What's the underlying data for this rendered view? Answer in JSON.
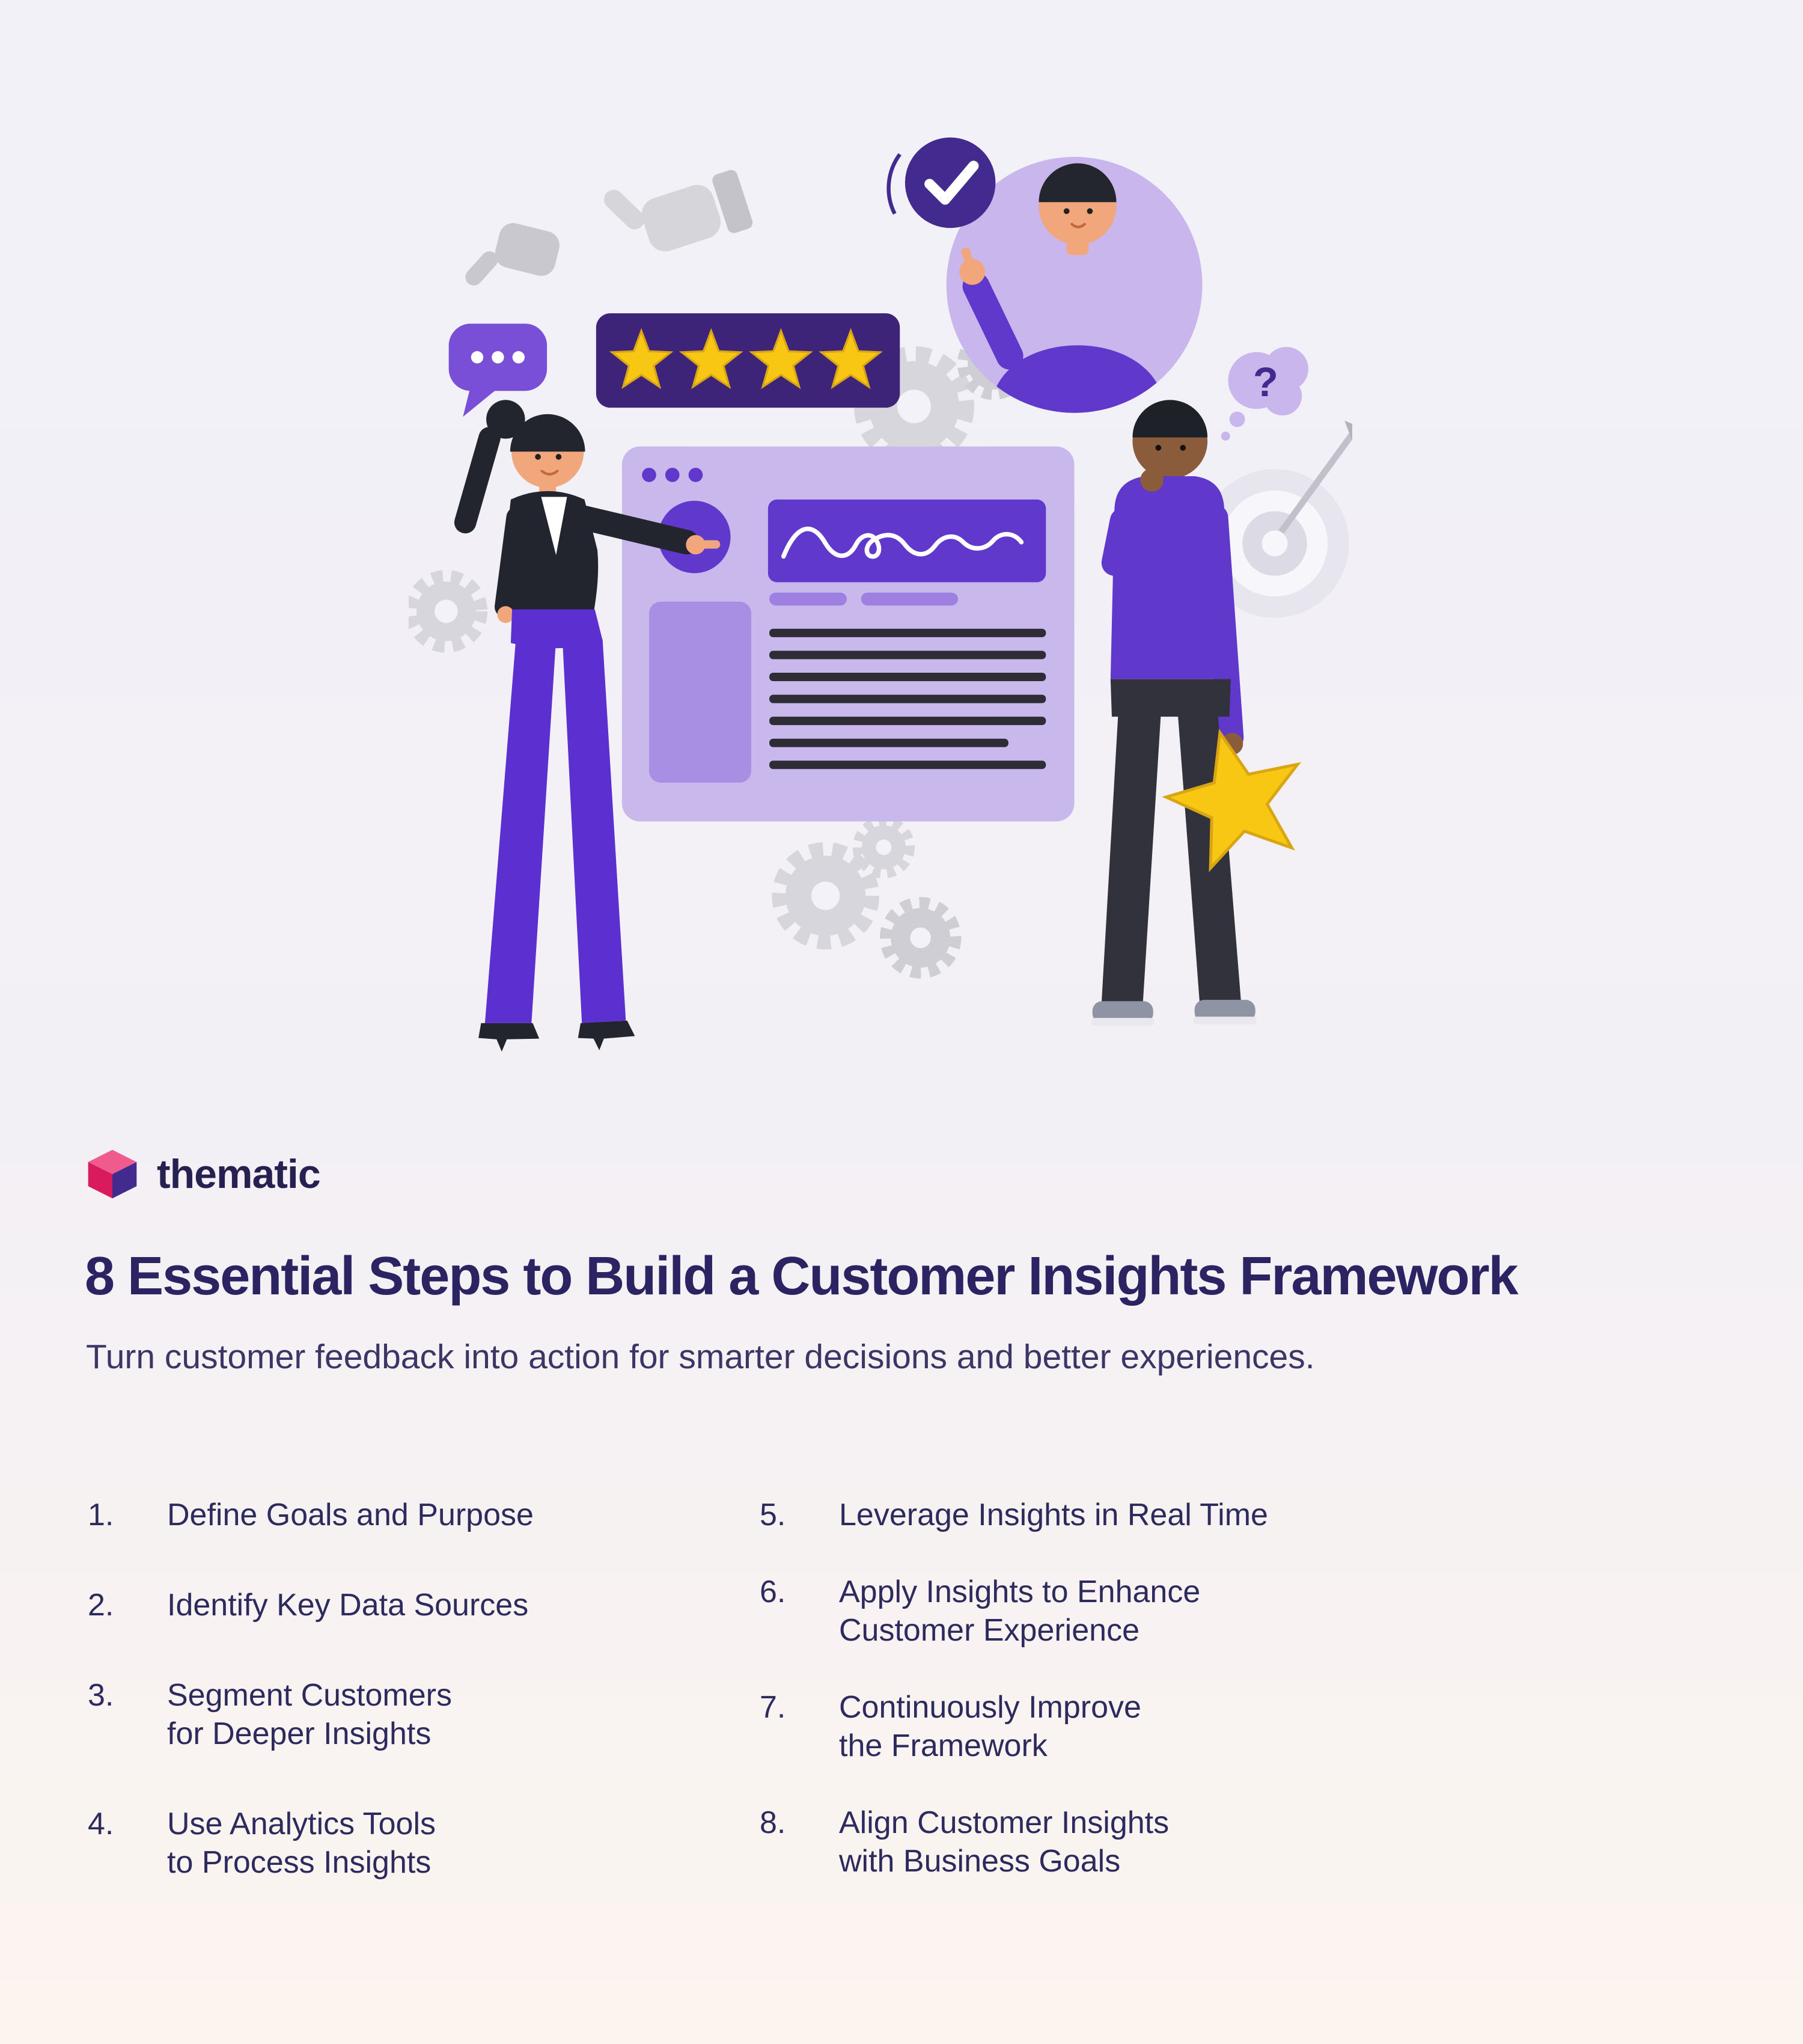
{
  "page": {
    "background_top": "#f2f1f8",
    "background_bottom": "#fcf5ef"
  },
  "brand": {
    "name": "thematic",
    "text_color": "#262150",
    "logo_colors": {
      "pink": "#ef5b8c",
      "magenta": "#d91a5d",
      "purple": "#432a8e"
    }
  },
  "header": {
    "title": "8 Essential Steps to Build a Customer Insights Framework",
    "subtitle": "Turn customer feedback into action for smarter decisions and better experiences.",
    "title_color": "#2c2462"
  },
  "steps": [
    {
      "number": "1.",
      "label": "Define Goals and Purpose"
    },
    {
      "number": "2.",
      "label": "Identify Key Data Sources"
    },
    {
      "number": "3.",
      "label": "Segment Customers\nfor Deeper Insights"
    },
    {
      "number": "4.",
      "label": "Use Analytics Tools\nto Process Insights"
    },
    {
      "number": "5.",
      "label": "Leverage Insights in Real Time"
    },
    {
      "number": "6.",
      "label": "Apply Insights to Enhance\nCustomer Experience"
    },
    {
      "number": "7.",
      "label": "Continuously Improve\nthe Framework"
    },
    {
      "number": "8.",
      "label": "Align Customer Insights\nwith Business Goals"
    }
  ],
  "illustration": {
    "question_mark": "?",
    "rating_stars": 4,
    "accent_purple": "#6138cc",
    "light_purple": "#c8b6ec",
    "dark_purple": "#3e2478",
    "gold": "#f8c713",
    "elements": [
      "woman-presenter",
      "man-thinking",
      "browser-dashboard",
      "four-star-rating",
      "thumbs-up",
      "thumbs-down",
      "speech-bubble",
      "check-badge-avatar",
      "question-thought-bubble",
      "gears",
      "target",
      "gold-star",
      "purple-thumbs-up"
    ]
  }
}
